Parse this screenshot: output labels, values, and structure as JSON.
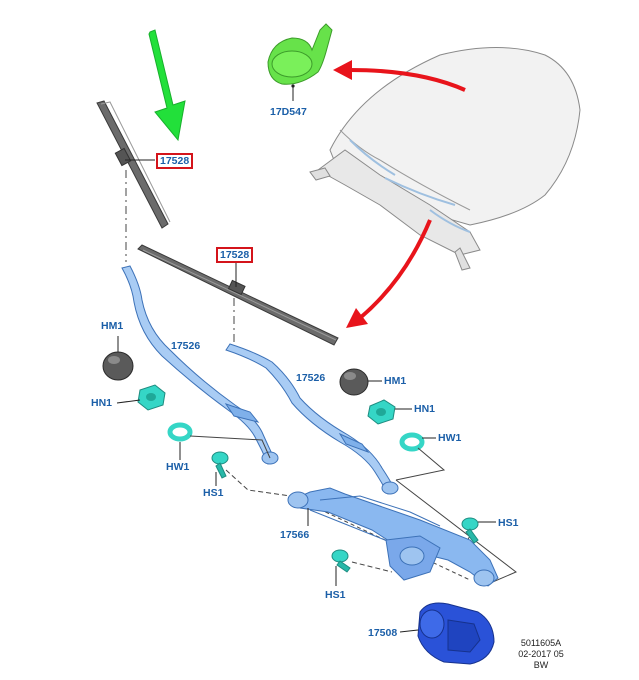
{
  "labels": {
    "p17528_top": "17528",
    "p17528_mid": "17528",
    "p17d547": "17D547",
    "hm1_left": "HM1",
    "hn1_left": "HN1",
    "hw1_left": "HW1",
    "hs1_left": "HS1",
    "p17526_left": "17526",
    "p17526_right": "17526",
    "hm1_right": "HM1",
    "hn1_right": "HN1",
    "hw1_right": "HW1",
    "hs1_right": "HS1",
    "p17566": "17566",
    "hs1_bottom": "HS1",
    "p17508": "17508"
  },
  "reference": {
    "line1": "5011605A",
    "line2": "02-2017 05",
    "line3": "BW"
  },
  "colors": {
    "label_blue": "#1b5fa8",
    "highlight_red": "#d4141b",
    "arrow_green": "#22e03a",
    "arrow_red": "#e8141b",
    "part_blue": "#8ab8f0",
    "fastener_cyan": "#35d6c6",
    "motor_blue": "#2a52d8"
  }
}
